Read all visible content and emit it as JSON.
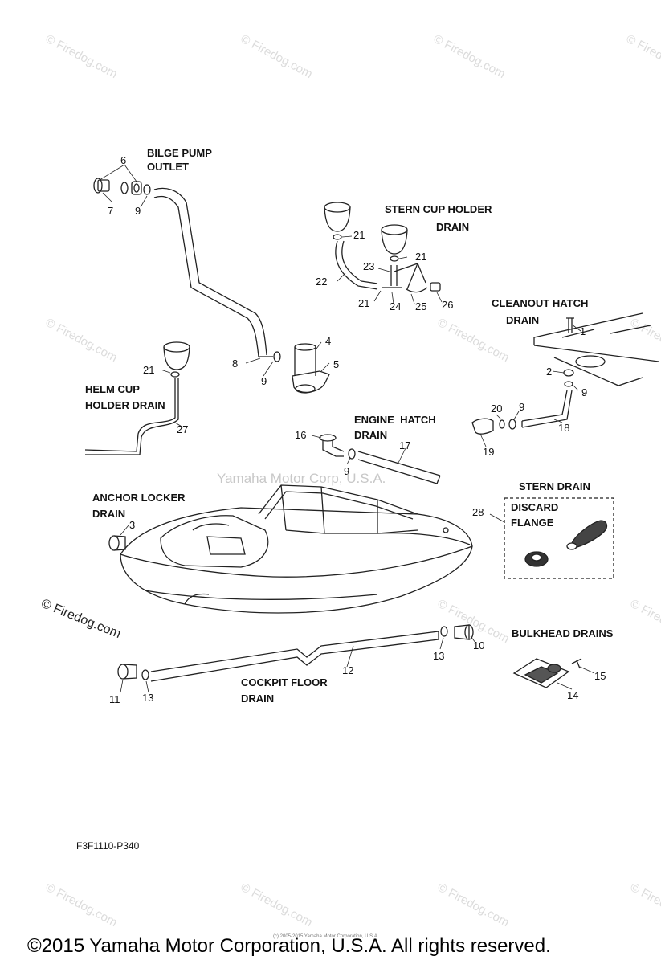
{
  "watermarks": {
    "faint": "© Firedog.com",
    "bold": "© Firedog.com",
    "center": "Yamaha Motor Corp, U.S.A."
  },
  "labels": {
    "bilge_pump_outlet": [
      "BILGE PUMP",
      "OUTLET"
    ],
    "stern_cup_holder_drain": [
      "STERN CUP HOLDER",
      "DRAIN"
    ],
    "cleanout_hatch_drain": [
      "CLEANOUT HATCH",
      "DRAIN"
    ],
    "helm_cup_holder_drain": [
      "HELM CUP",
      "HOLDER DRAIN"
    ],
    "engine_hatch_drain": [
      "ENGINE  HATCH",
      "DRAIN"
    ],
    "anchor_locker_drain": [
      "ANCHOR LOCKER",
      "DRAIN"
    ],
    "stern_drain": "STERN DRAIN",
    "discard_flange": [
      "DISCARD",
      "FLANGE"
    ],
    "bulkhead_drains": "BULKHEAD DRAINS",
    "cockpit_floor_drain": [
      "COCKPIT FLOOR",
      "DRAIN"
    ]
  },
  "parts": {
    "p6": "6",
    "p7": "7",
    "p9a": "9",
    "p21a": "21",
    "p21b": "21",
    "p23": "23",
    "p22": "22",
    "p21c": "21",
    "p24": "24",
    "p25": "25",
    "p26": "26",
    "p1": "1",
    "p2": "2",
    "p9b": "9",
    "p20": "20",
    "p9c": "9",
    "p18": "18",
    "p19": "19",
    "p4": "4",
    "p5": "5",
    "p8": "8",
    "p9d": "9",
    "p21d": "21",
    "p27": "27",
    "p16": "16",
    "p17": "17",
    "p9e": "9",
    "p3": "3",
    "p28": "28",
    "p10": "10",
    "p13a": "13",
    "p12": "12",
    "p11": "11",
    "p13b": "13",
    "p14": "14",
    "p15": "15"
  },
  "figure_code": "F3F1110-P340",
  "small_copyright": "(c) 2005-2015 Yamaha Motor Corporation, U.S.A.",
  "footer": "©2015 Yamaha Motor Corporation, U.S.A. All rights reserved."
}
